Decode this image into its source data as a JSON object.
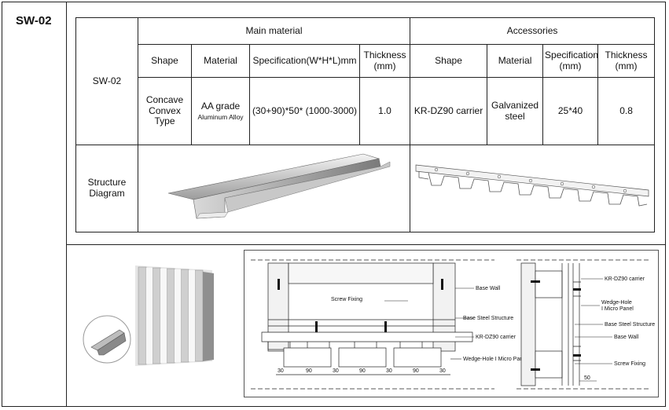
{
  "code": "SW-02",
  "table": {
    "row_label": "SW-02",
    "main_material_header": "Main material",
    "accessories_header": "Accessories",
    "main_columns": [
      "Shape",
      "Material",
      "Specification(W*H*L)mm",
      "Thickness (mm)"
    ],
    "acc_columns": [
      "Shape",
      "Material",
      "Specification (mm)",
      "Thickness (mm)"
    ],
    "main_values": {
      "shape": "Concave Convex Type",
      "material": "AA grade",
      "material_sub": "Aluminum Alloy",
      "spec": "(30+90)*50* (1000-3000)",
      "thickness": "1.0"
    },
    "acc_values": {
      "shape": "KR-DZ90 carrier",
      "material": "Galvanized steel",
      "spec": "25*40",
      "thickness": "0.8"
    },
    "structure_label": "Structure Diagram"
  },
  "drawing": {
    "labels": {
      "screw_fixing": "Screw Fixing",
      "base_wall": "Base Wall",
      "base_steel": "Base Steel Structure",
      "carrier": "KR-DZ90 carrier",
      "panel": "Wedge-Hole I Micro Panel",
      "carrier_r": "KR-DZ90 carrier",
      "panel_r1": "Wedge-Hole",
      "panel_r2": "I Micro Panel",
      "base_steel_r": "Base Steel Structure",
      "base_wall_r": "Base Wall",
      "screw_fixing_r": "Screw Fixing"
    },
    "dims": [
      "30",
      "90",
      "30",
      "90",
      "30",
      "90",
      "30"
    ],
    "dim_r": "50"
  }
}
